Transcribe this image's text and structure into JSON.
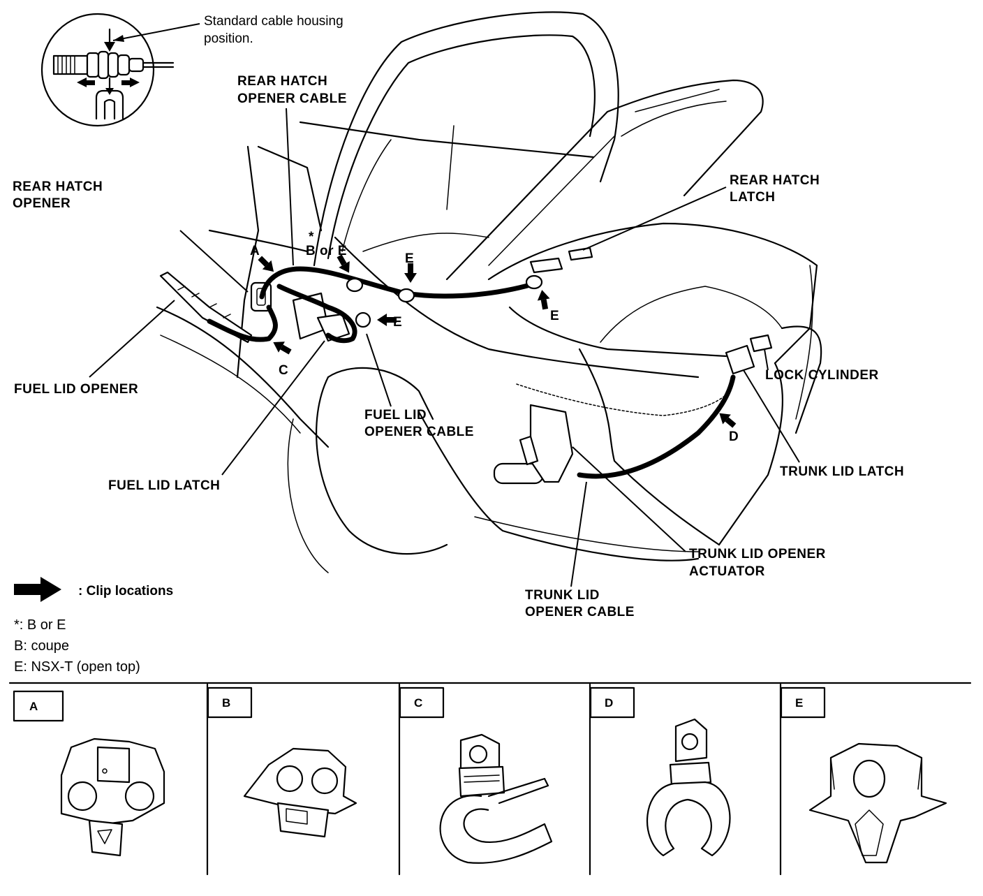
{
  "labels": {
    "standard_cable_l1": "Standard cable housing",
    "standard_cable_l2": "position.",
    "rear_hatch_opener_cable_l1": "REAR HATCH",
    "rear_hatch_opener_cable_l2": "OPENER CABLE",
    "rear_hatch_opener_l1": "REAR HATCH",
    "rear_hatch_opener_l2": "OPENER",
    "rear_hatch_latch_l1": "REAR HATCH",
    "rear_hatch_latch_l2": "LATCH",
    "lock_cylinder": "LOCK CYLINDER",
    "trunk_lid_latch": "TRUNK LID LATCH",
    "fuel_lid_opener": "FUEL LID OPENER",
    "fuel_lid_latch": "FUEL LID LATCH",
    "fuel_lid_opener_cable_l1": "FUEL LID",
    "fuel_lid_opener_cable_l2": "OPENER CABLE",
    "trunk_lid_opener_actuator_l1": "TRUNK LID OPENER",
    "trunk_lid_opener_actuator_l2": "ACTUATOR",
    "trunk_lid_opener_cable_l1": "TRUNK LID",
    "trunk_lid_opener_cable_l2": "OPENER CABLE"
  },
  "clip_markers": {
    "a": "A",
    "star": "*",
    "b_or_e": "B or E",
    "e1": "E",
    "e2": "E",
    "e3": "E",
    "c": "C",
    "d": "D"
  },
  "legend": {
    "clip_locations": ": Clip locations",
    "star_note": "*: B or E",
    "b_note": "B: coupe",
    "e_note": "E: NSX-T (open top)"
  },
  "clip_types": [
    "A",
    "B",
    "C",
    "D",
    "E"
  ]
}
